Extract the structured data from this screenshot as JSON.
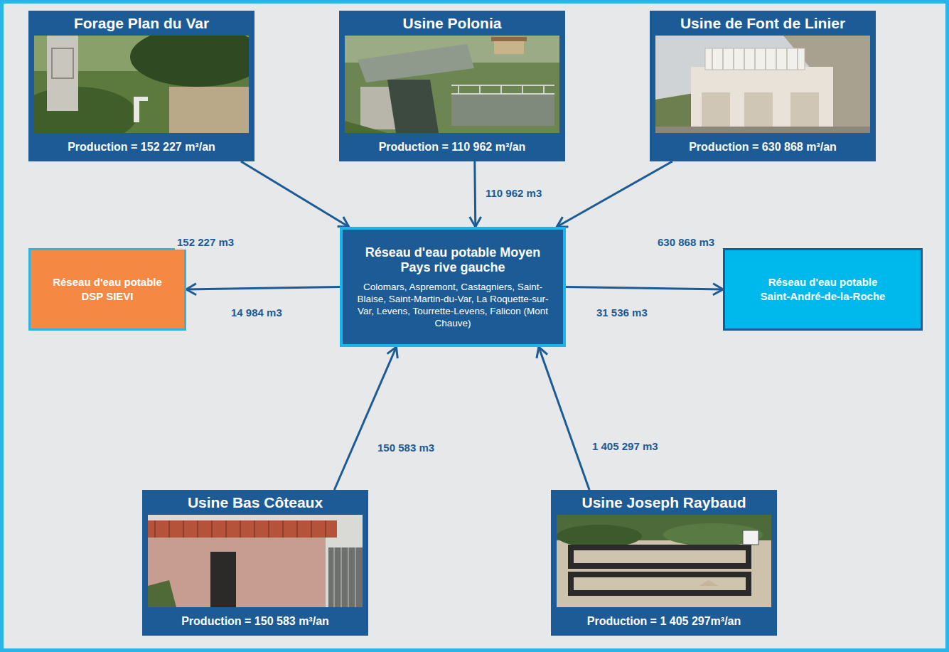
{
  "diagram": {
    "nodes": [
      {
        "text": [
          "Forage Plan du Var",
          "Production = 152 227 m³/an"
        ]
      },
      {
        "text": [
          "Usine Polonia",
          "Production = 110 962 m³/an"
        ]
      },
      {
        "text": [
          "Usine de Font de Linier",
          "Production = 630 868 m³/an"
        ]
      },
      {
        "text": [
          "Réseau d'eau potable DSP SIEVI"
        ]
      },
      {
        "text": [
          "Réseau d'eau potable Moyen Pays rive gauche",
          "Colomars, Aspremont, Castagniers, Saint-Blaise, Saint-Martin-du-Var, La Roquette-sur-Var, Levens, Tourrette-Levens, Falicon (Mont Chauve)"
        ]
      },
      {
        "text": [
          "Réseau d'eau potable Saint-André-de-la-Roche"
        ]
      },
      {
        "text": [
          "Usine Bas Côteaux",
          "Production = 150 583 m³/an"
        ]
      },
      {
        "text": [
          "Usine Joseph Raybaud",
          "Production = 1 405 297m³/an"
        ]
      }
    ],
    "edges": [
      {
        "from": 0,
        "to": 4,
        "label": "152 227 m3",
        "arrow": "to"
      },
      {
        "from": 1,
        "to": 4,
        "label": "110 962 m3",
        "arrow": "to"
      },
      {
        "from": 2,
        "to": 4,
        "label": "630 868 m3",
        "arrow": "to"
      },
      {
        "from": 4,
        "to": 3,
        "label": "14 984 m3",
        "arrow": "to"
      },
      {
        "from": 4,
        "to": 5,
        "label": "31 536 m3",
        "arrow": "to"
      },
      {
        "from": 6,
        "to": 4,
        "label": "150 583 m3",
        "arrow": "to"
      },
      {
        "from": 7,
        "to": 4,
        "label": "1 405 297 m3",
        "arrow": "to"
      }
    ]
  }
}
